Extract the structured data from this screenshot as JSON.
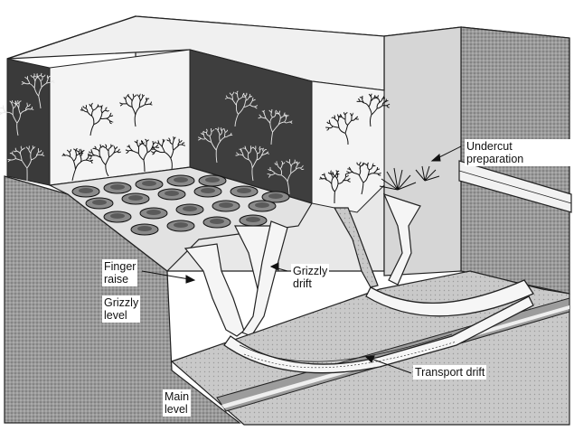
{
  "labels": {
    "undercut_preparation": "Undercut preparation",
    "finger_raise": "Finger\nraise",
    "grizzly_level": "Grizzly\nlevel",
    "grizzly_drift": "Grizzly\ndrift",
    "transport_drift": "Transport drift",
    "main_level": "Main\nlevel"
  },
  "colors": {
    "ink": "#1a1a1a",
    "shade_dark": "#8c8c8c",
    "shade_mid": "#b5b5b5",
    "shade_light": "#dcdcdc",
    "paper": "#ffffff"
  }
}
